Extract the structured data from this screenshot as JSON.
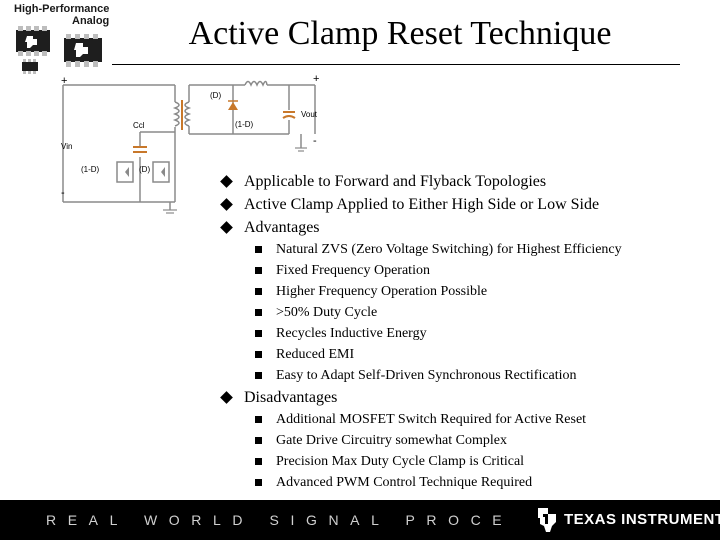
{
  "logo": {
    "line1": "High-Performance",
    "line2": "Analog"
  },
  "title": "Active Clamp Reset Technique",
  "schematic": {
    "labels": {
      "plus_in": "+",
      "minus_in": "-",
      "vin": "Vin",
      "d_top": "(D)",
      "one_minus_d_top": "(1-D)",
      "ccl": "Ccl",
      "vout": "Vout",
      "plus_out": "+",
      "minus_out": "-",
      "one_minus_d_sw": "(1-D)",
      "d_sw": "(D)"
    }
  },
  "bullets": {
    "b1": "Applicable to Forward and Flyback Topologies",
    "b2": "Active Clamp Applied to Either High Side or Low Side",
    "b3": "Advantages",
    "advantages": [
      "Natural ZVS (Zero Voltage Switching) for Highest Efficiency",
      "Fixed Frequency Operation",
      "Higher Frequency Operation Possible",
      ">50% Duty Cycle",
      "Recycles Inductive Energy",
      "Reduced EMI",
      "Easy to Adapt Self-Driven Synchronous Rectification"
    ],
    "b4": "Disadvantages",
    "disadvantages": [
      "Additional MOSFET Switch Required for Active Reset",
      "Gate Drive Circuitry somewhat Complex",
      "Precision Max Duty Cycle Clamp is Critical",
      "Advanced PWM Control Technique Required"
    ]
  },
  "footer": {
    "tagline": "REAL WORLD SIGNAL PROCESSING",
    "tm": "™",
    "company": "TEXAS INSTRUMENTS"
  },
  "colors": {
    "schematic_wire": "#8a8a8a",
    "component_orange": "#c8782a",
    "footer_bg": "#000000"
  }
}
